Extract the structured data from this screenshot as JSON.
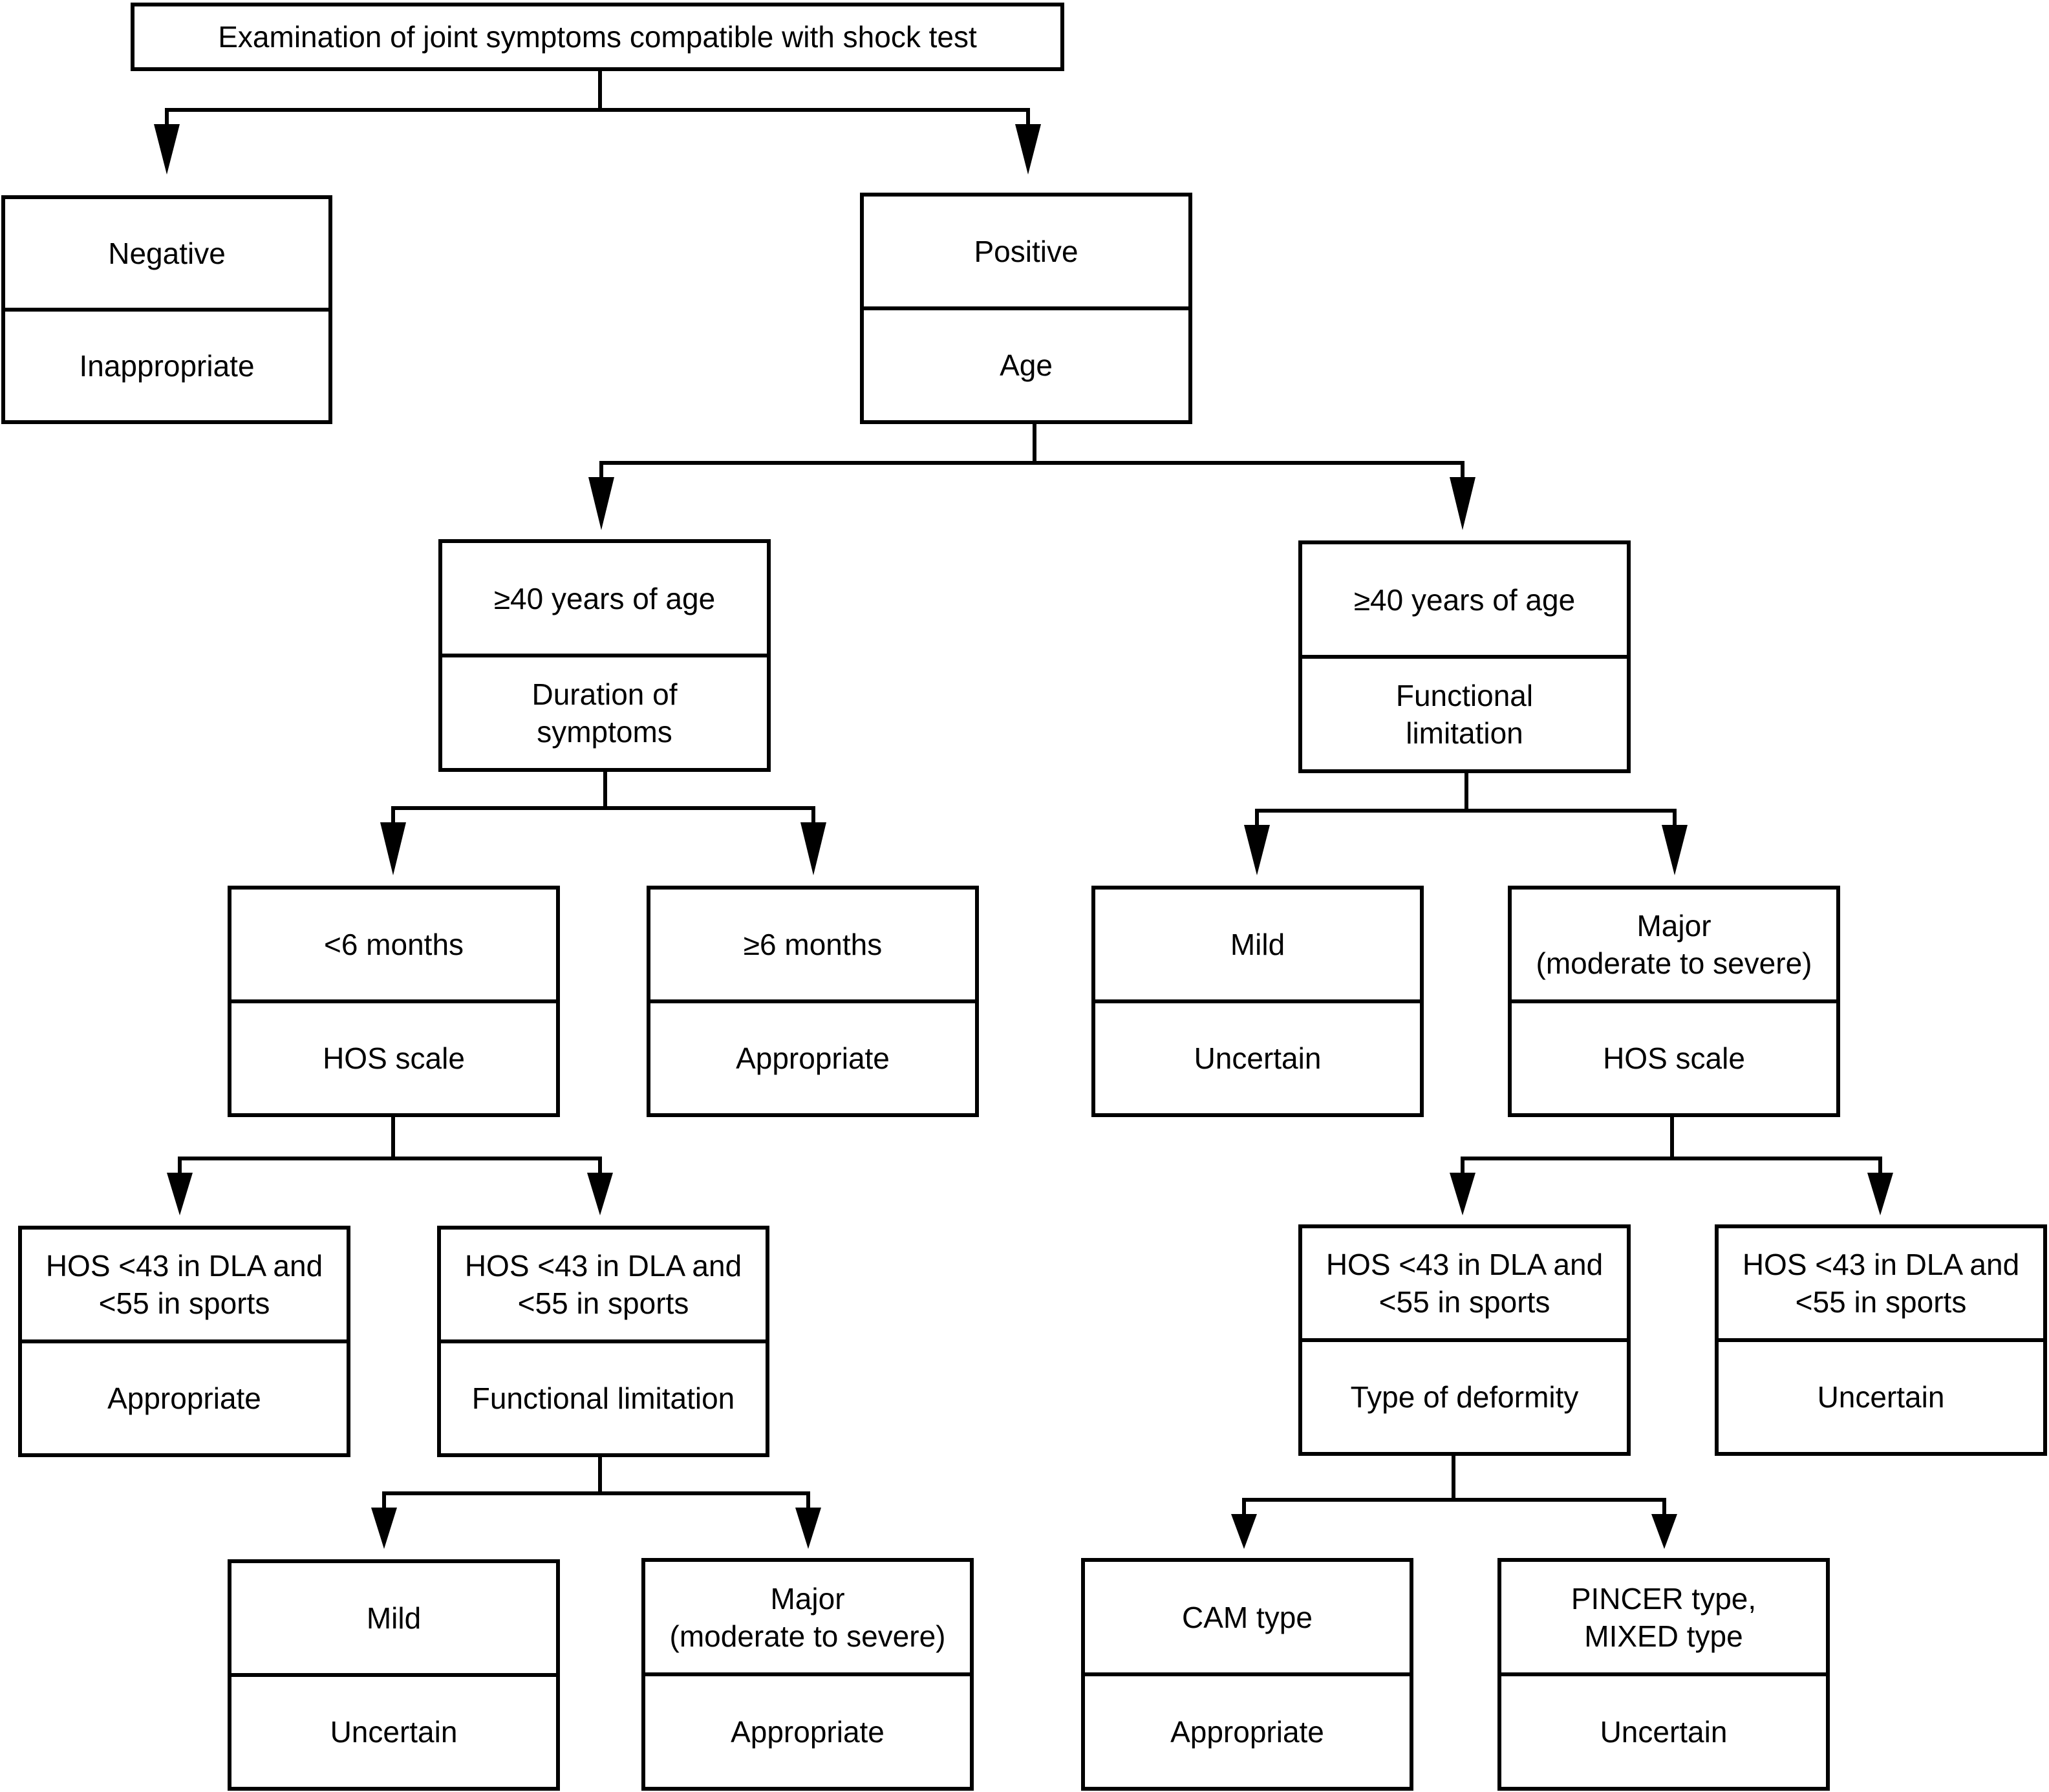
{
  "root": {
    "label": "Examination of joint symptoms compatible with shock test"
  },
  "negative": {
    "top": "Negative",
    "bottom": "Inappropriate"
  },
  "positive": {
    "top": "Positive",
    "bottom": "Age"
  },
  "age_left": {
    "top": "≥40 years of age",
    "bottom": "Duration of\nsymptoms"
  },
  "age_right": {
    "top": "≥40 years of age",
    "bottom": "Functional\nlimitation"
  },
  "lt6": {
    "top": "<6 months",
    "bottom": "HOS scale"
  },
  "ge6": {
    "top": "≥6 months",
    "bottom": "Appropriate"
  },
  "mild_right": {
    "top": "Mild",
    "bottom": "Uncertain"
  },
  "major_right": {
    "top": "Major\n(moderate to severe)",
    "bottom": "HOS scale"
  },
  "hos_a": {
    "top": "HOS <43 in DLA and\n<55 in sports",
    "bottom": "Appropriate"
  },
  "hos_b": {
    "top": "HOS <43 in DLA and\n<55 in sports",
    "bottom": "Functional limitation"
  },
  "hos_c": {
    "top": "HOS <43 in DLA and\n<55 in sports",
    "bottom": "Type of deformity"
  },
  "hos_d": {
    "top": "HOS <43 in DLA and\n<55 in sports",
    "bottom": "Uncertain"
  },
  "mild_left": {
    "top": "Mild",
    "bottom": "Uncertain"
  },
  "major_left": {
    "top": "Major\n(moderate to severe)",
    "bottom": "Appropriate"
  },
  "cam": {
    "top": "CAM type",
    "bottom": "Appropriate"
  },
  "pincer": {
    "top": "PINCER type,\nMIXED type",
    "bottom": "Uncertain"
  }
}
